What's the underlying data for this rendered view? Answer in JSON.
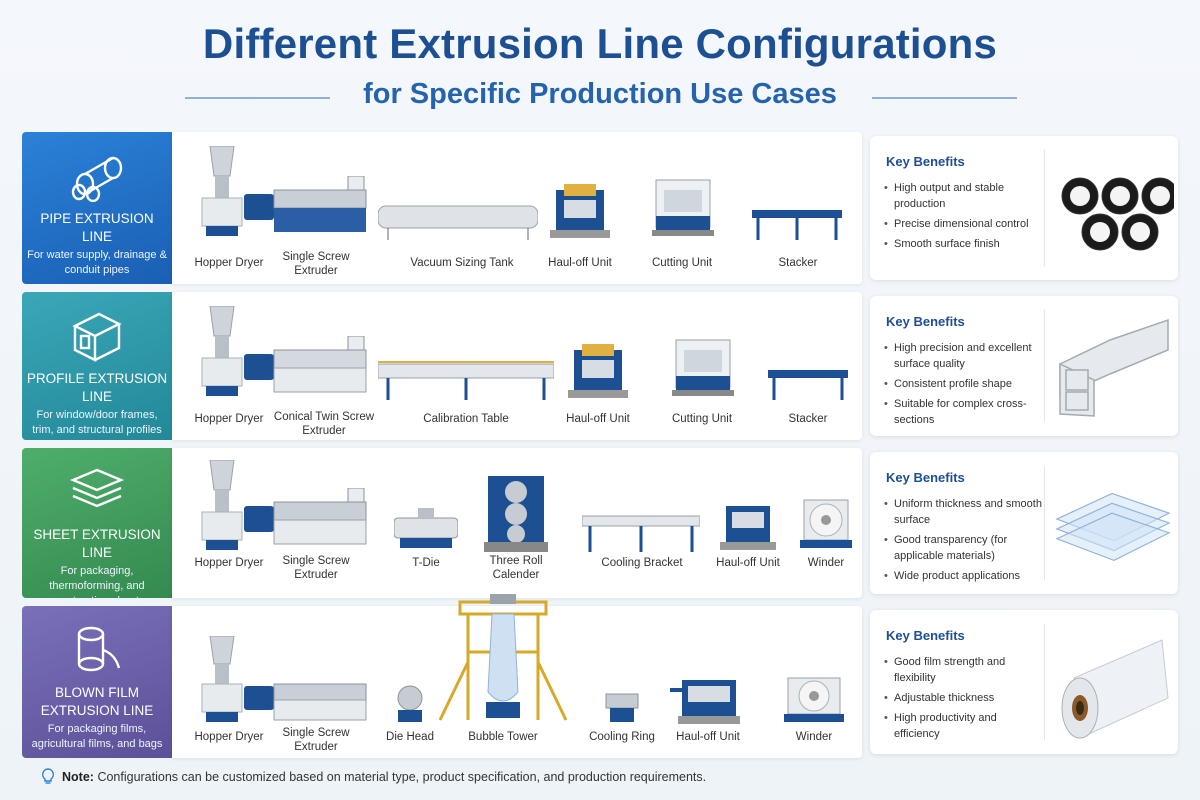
{
  "header": {
    "title": "Different Extrusion Line Configurations",
    "subtitle": "for Specific Production Use Cases"
  },
  "colors": {
    "title": "#1d4f93",
    "pipe": "#1f6ec8",
    "profile": "#2a94a8",
    "sheet": "#3f9a5c",
    "film": "#6b5fa8"
  },
  "rows": [
    {
      "name": "PIPE EXTRUSION LINE",
      "description": "For water supply, drainage & conduit pipes",
      "icon": "pipe-icon",
      "machines": [
        "Hopper Dryer",
        "Single Screw Extruder",
        "Vacuum Sizing Tank",
        "Haul-off Unit",
        "Cutting Unit",
        "Stacker"
      ],
      "benefits_title": "Key Benefits",
      "benefits": [
        "High output and stable production",
        "Precise dimensional control",
        "Smooth surface finish"
      ],
      "product_icon": "black-pipes-icon"
    },
    {
      "name": "PROFILE EXTRUSION LINE",
      "description": "For window/door frames, trim, and structural profiles",
      "icon": "profile-icon",
      "machines": [
        "Hopper Dryer",
        "Conical Twin Screw Extruder",
        "Calibration Table",
        "Haul-off Unit",
        "Cutting Unit",
        "Stacker"
      ],
      "benefits_title": "Key Benefits",
      "benefits": [
        "High precision and excellent surface quality",
        "Consistent profile shape",
        "Suitable for complex cross-sections"
      ],
      "product_icon": "aluminum-profile-icon"
    },
    {
      "name": "SHEET EXTRUSION LINE",
      "description": "For packaging, thermoforming, and construction sheets",
      "icon": "sheet-stack-icon",
      "machines": [
        "Hopper Dryer",
        "Single Screw Extruder",
        "T-Die",
        "Three Roll Calender",
        "Cooling Bracket",
        "Haul-off Unit",
        "Winder"
      ],
      "benefits_title": "Key Benefits",
      "benefits": [
        "Uniform thickness and smooth surface",
        "Good transparency (for applicable materials)",
        "Wide product applications"
      ],
      "product_icon": "clear-sheets-icon"
    },
    {
      "name": "BLOWN FILM EXTRUSION LINE",
      "description": "For packaging films, agricultural films, and bags",
      "icon": "film-roll-icon",
      "machines": [
        "Hopper Dryer",
        "Single Screw Extruder",
        "Die Head",
        "Bubble Tower",
        "Cooling Ring",
        "Haul-off Unit",
        "Winder"
      ],
      "benefits_title": "Key Benefits",
      "benefits": [
        "Good film strength and flexibility",
        "Adjustable thickness",
        "High productivity and efficiency"
      ],
      "product_icon": "film-roll-product-icon"
    }
  ],
  "note": {
    "label": "Note:",
    "text": "Configurations can be customized based on material type, product specification, and production requirements.",
    "icon": "lightbulb-icon"
  }
}
